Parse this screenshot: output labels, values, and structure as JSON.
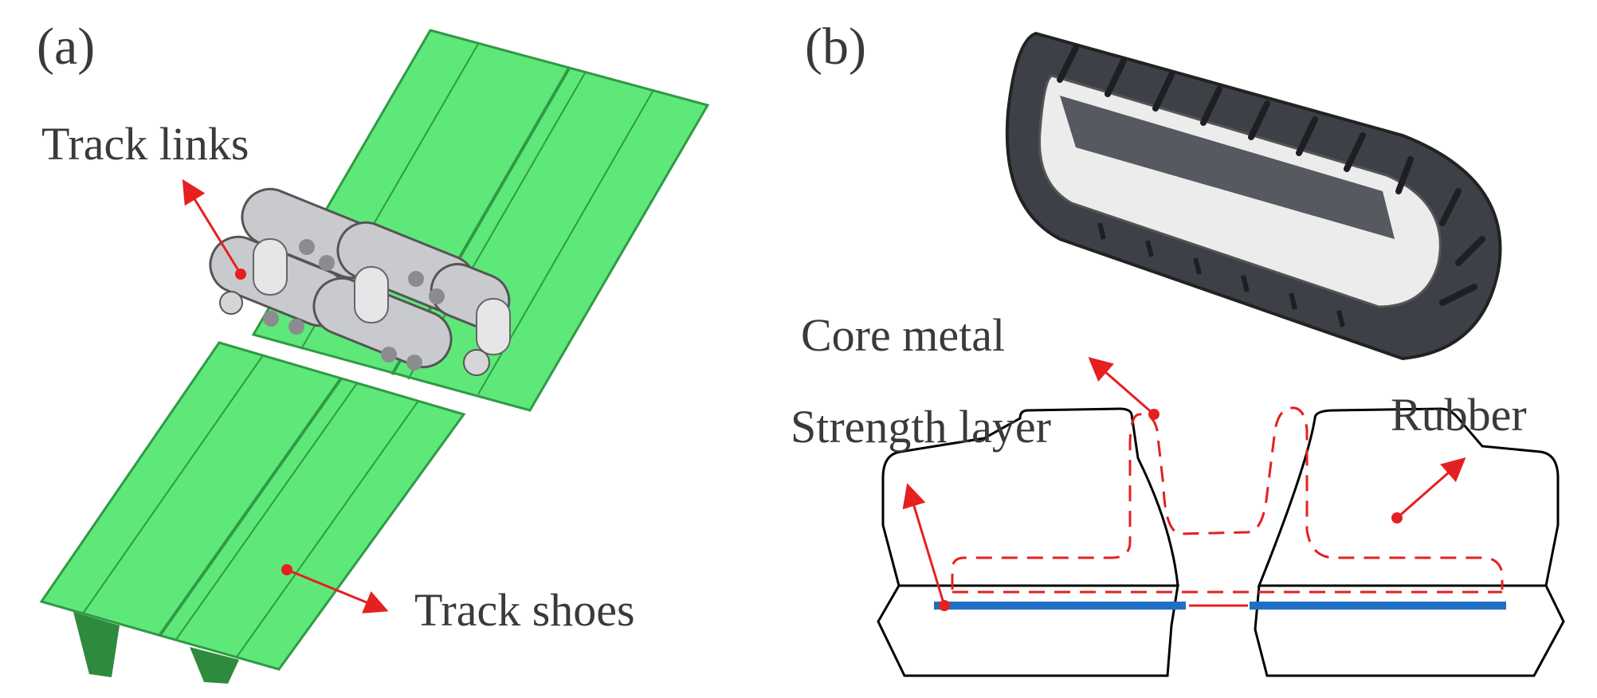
{
  "panels": {
    "a": {
      "label": "(a)",
      "callouts": {
        "track_links": "Track links",
        "track_shoes": "Track shoes"
      }
    },
    "b": {
      "label": "(b)",
      "callouts": {
        "core_metal": "Core metal",
        "strength_layer": "Strength layer",
        "rubber": "Rubber"
      }
    }
  },
  "colors": {
    "track_shoe_green": "#5ee87a",
    "track_shoe_edge": "#2f9a45",
    "link_gray": "#c9cacd",
    "rubber_track": "#3d4046",
    "pointer_red": "#e52020",
    "core_metal_dash": "#e52020",
    "strength_layer_blue": "#1f6fc4",
    "outline_black": "#000000"
  },
  "icons": {
    "a_illustration": "crawler-track-shoe-assembly",
    "b_photo": "rubber-crawler-track"
  }
}
